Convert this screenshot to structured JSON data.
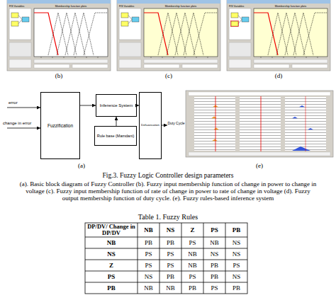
{
  "diagram": {
    "caption": "Fig.3. Fuzzy Logic Controller design parameters",
    "nodes": [
      {
        "text": [
          "Fuzzification"
        ]
      },
      {
        "text": [
          "Inference System"
        ]
      },
      {
        "text": [
          "Rule base (Mamdani)"
        ]
      },
      {
        "text": [
          "Defuzzication"
        ]
      }
    ],
    "edges": [
      {
        "from": 0,
        "to": 1,
        "arrow": "to"
      },
      {
        "from": 2,
        "to": 1,
        "arrow": "to"
      },
      {
        "from": 1,
        "to": 3,
        "arrow": "to"
      }
    ],
    "labels": [
      "FIS Variables",
      "Membership function plots",
      "FIS Variables",
      "Membership function plots",
      "FIS Variables",
      "Membership function plots",
      "(b)",
      "(c)",
      "(d)",
      "error",
      "change in error",
      "Duty Cycle",
      "(a)",
      "(e)",
      "(a). Basic block diagram of Fuzzy Controller (b). Fuzzy input membership function of change in power to change in voltage (c). Fuzzy input membership function of rate of change in power to rate of change in voltage (d). Fuzzy output membership function of duty cycle. (e). Fuzzy rules-based inference system",
      "Table 1. Fuzzy Rules",
      "DP/DV/ Change in DP/DV",
      "NB",
      "NS",
      "Z",
      "PS",
      "PB",
      "NB",
      "PB",
      "PB",
      "PS",
      "NB",
      "NS",
      "NS",
      "PS",
      "PS",
      "NB",
      "NS",
      "NS",
      "Z",
      "PS",
      "PS",
      "NB",
      "PB",
      "PS",
      "PS",
      "NS",
      "PB",
      "PS",
      "PB",
      "NS",
      "PB",
      "NB",
      "NB",
      "PB",
      "PS",
      "PB"
    ]
  }
}
